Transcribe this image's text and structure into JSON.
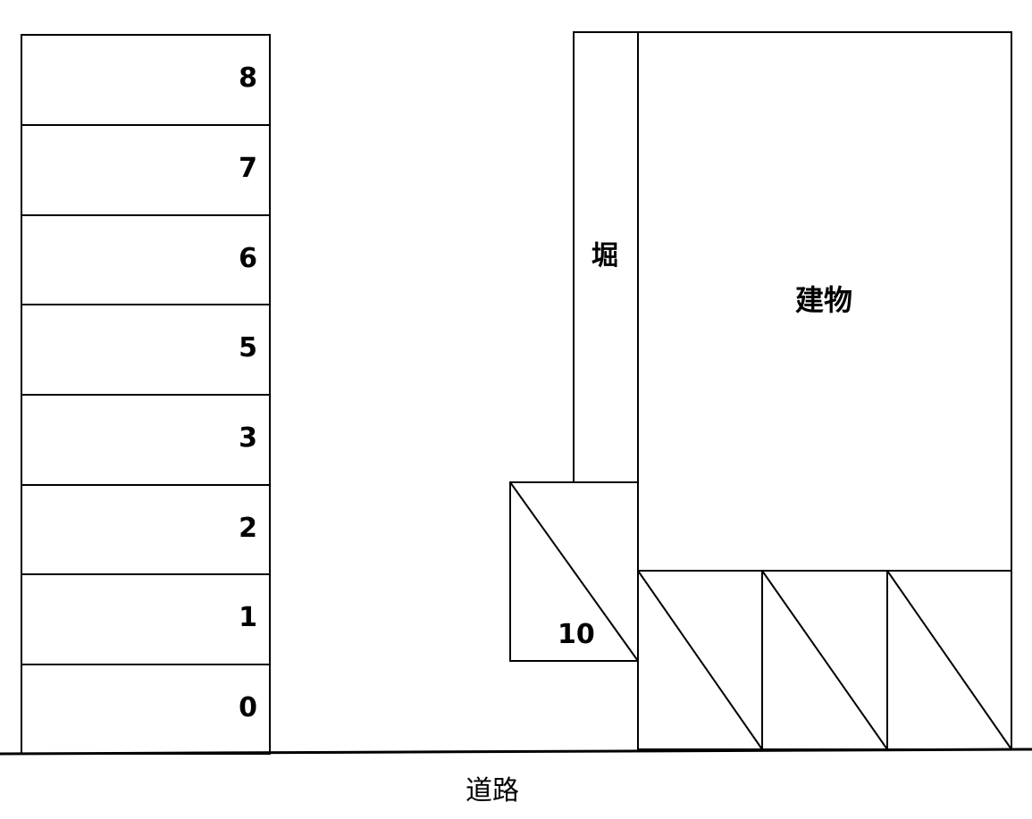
{
  "diagram": {
    "title": "",
    "colors": {
      "line": "#000000",
      "background": "#ffffff"
    },
    "left_column": {
      "slots": [
        {
          "label": "8"
        },
        {
          "label": "7"
        },
        {
          "label": "6"
        },
        {
          "label": "5"
        },
        {
          "label": "3"
        },
        {
          "label": "2"
        },
        {
          "label": "1"
        },
        {
          "label": "0"
        }
      ]
    },
    "moat": {
      "label": "堀"
    },
    "building": {
      "label": "建物"
    },
    "slot_10": {
      "label": "10"
    },
    "building_slots": [
      {
        "label": ""
      },
      {
        "label": ""
      },
      {
        "label": ""
      }
    ],
    "road": {
      "label": "道路"
    }
  }
}
